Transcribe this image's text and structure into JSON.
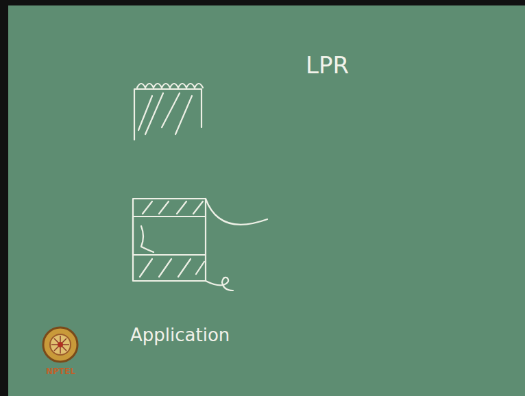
{
  "diagram": {
    "labels": [
      "LPR",
      "Application",
      "NPTEL"
    ]
  }
}
